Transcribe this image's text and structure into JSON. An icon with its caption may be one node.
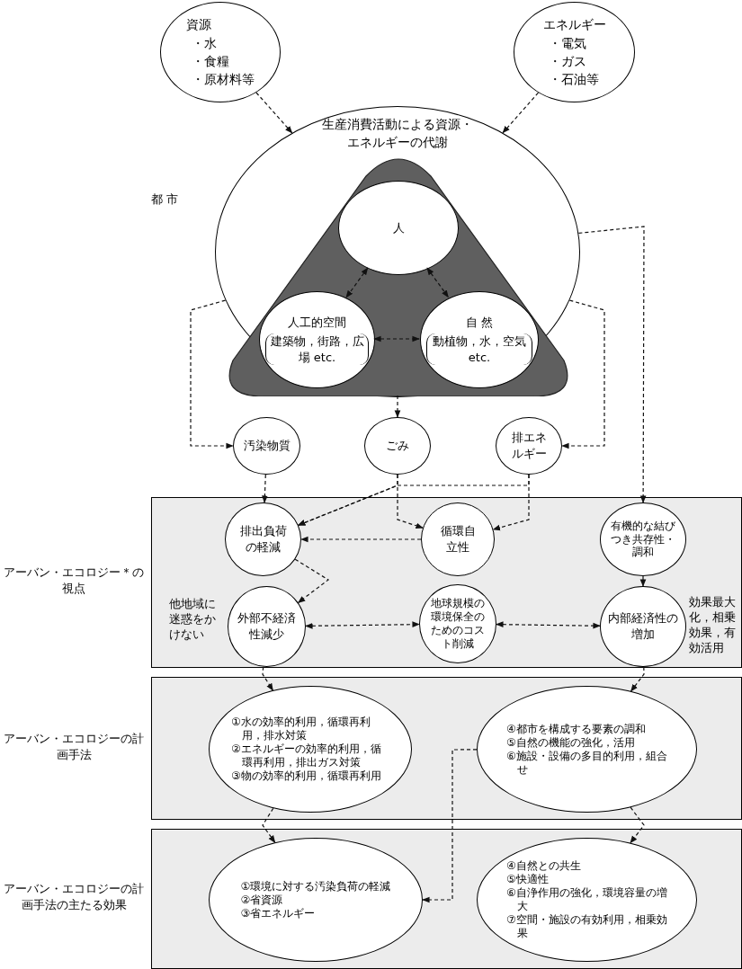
{
  "diagram": {
    "nodes": [
      {
        "text": [
          "資源",
          "・水",
          "・食糧",
          "・原材料等"
        ]
      },
      {
        "text": [
          "エネルギー",
          "・電気",
          "・ガス",
          "・石油等"
        ]
      },
      {
        "text": [
          "生産消費活動による資源・エネルギーの代謝"
        ],
        "beside": [
          "都 市"
        ]
      },
      {
        "text": [],
        "shape": "triangle",
        "in": 2
      },
      {
        "text": [
          "人"
        ],
        "in": 3
      },
      {
        "text": [
          "人工的空間",
          "建築物，街路，広場 etc."
        ],
        "in": 3
      },
      {
        "text": [
          "自 然",
          "動植物，水，空気 etc."
        ],
        "in": 3
      },
      {
        "text": [
          "汚染物質"
        ]
      },
      {
        "text": [
          "ごみ"
        ]
      },
      {
        "text": [
          "排エネルギー"
        ]
      },
      {
        "text": [
          "アーバン・エコロジー＊の視点"
        ]
      },
      {
        "text": [
          "排出負荷の軽減"
        ],
        "in": 10
      },
      {
        "text": [
          "循環自立性"
        ],
        "in": 10
      },
      {
        "text": [
          "有機的な結びつき共存性・調和"
        ],
        "in": 10
      },
      {
        "text": [
          "外部不経済性減少"
        ],
        "in": 10,
        "beside": [
          "他地域に迷惑をかけない"
        ]
      },
      {
        "text": [
          "地球規模の環境保全のためのコスト削減"
        ],
        "in": 10
      },
      {
        "text": [
          "内部経済性の増加"
        ],
        "in": 10,
        "beside": [
          "効果最大化，相乗効果，有効活用"
        ]
      },
      {
        "text": [
          "アーバン・エコロジーの計画手法"
        ]
      },
      {
        "text": [
          "①水の効率的利用，循環再利用，排水対策",
          "②エネルギーの効率的利用，循環再利用，排出ガス対策",
          "③物の効率的利用，循環再利用"
        ],
        "in": 17
      },
      {
        "text": [
          "④都市を構成する要素の調和",
          "⑤自然の機能の強化，活用",
          "⑥施設・設備の多目的利用，組合せ"
        ],
        "in": 17
      },
      {
        "text": [
          "アーバン・エコロジーの計画手法の主たる効果"
        ]
      },
      {
        "text": [
          "①環境に対する汚染負荷の軽減",
          "②省資源",
          "③省エネルギー"
        ],
        "in": 20
      },
      {
        "text": [
          "④自然との共生",
          "⑤快適性",
          "⑥自浄作用の強化，環境容量の増大",
          "⑦空間・施設の有効利用，相乗効果"
        ],
        "in": 20
      }
    ],
    "edges": [
      {
        "from": 0,
        "to": 2,
        "arrow": "to",
        "style": "dashed"
      },
      {
        "from": 1,
        "to": 2,
        "arrow": "to",
        "style": "dashed"
      },
      {
        "from": 4,
        "to": 5,
        "arrow": "both",
        "style": "dashed"
      },
      {
        "from": 4,
        "to": 6,
        "arrow": "both",
        "style": "dashed"
      },
      {
        "from": 5,
        "to": 6,
        "arrow": "both",
        "style": "dashed"
      },
      {
        "from": 2,
        "to": 7,
        "arrow": "to",
        "style": "dashed"
      },
      {
        "from": 3,
        "to": 8,
        "arrow": "to",
        "style": "dashed"
      },
      {
        "from": 2,
        "to": 9,
        "arrow": "to",
        "style": "dashed"
      },
      {
        "from": 2,
        "to": 13,
        "arrow": "to",
        "style": "dashed"
      },
      {
        "from": 7,
        "to": 11,
        "arrow": "to",
        "style": "dashed"
      },
      {
        "from": 8,
        "to": 11,
        "arrow": "to",
        "style": "dashed"
      },
      {
        "from": 8,
        "to": 12,
        "arrow": "to",
        "style": "dashed"
      },
      {
        "from": 9,
        "to": 11,
        "arrow": "to",
        "style": "dashed"
      },
      {
        "from": 9,
        "to": 12,
        "arrow": "to",
        "style": "dashed"
      },
      {
        "from": 12,
        "to": 11,
        "arrow": "to",
        "style": "dashed"
      },
      {
        "from": 11,
        "to": 14,
        "arrow": "to",
        "style": "dashed"
      },
      {
        "from": 14,
        "to": 15,
        "arrow": "both",
        "style": "dashed"
      },
      {
        "from": 15,
        "to": 16,
        "arrow": "both",
        "style": "dashed"
      },
      {
        "from": 13,
        "to": 16,
        "arrow": "to",
        "style": "dashed"
      },
      {
        "from": 14,
        "to": 18,
        "arrow": "to",
        "style": "dashed"
      },
      {
        "from": 16,
        "to": 19,
        "arrow": "to",
        "style": "dashed"
      },
      {
        "from": 18,
        "to": 21,
        "arrow": "to",
        "style": "dashed"
      },
      {
        "from": 19,
        "to": 22,
        "arrow": "to",
        "style": "dashed"
      },
      {
        "from": 19,
        "to": 21,
        "arrow": "to",
        "style": "dashed"
      }
    ]
  }
}
